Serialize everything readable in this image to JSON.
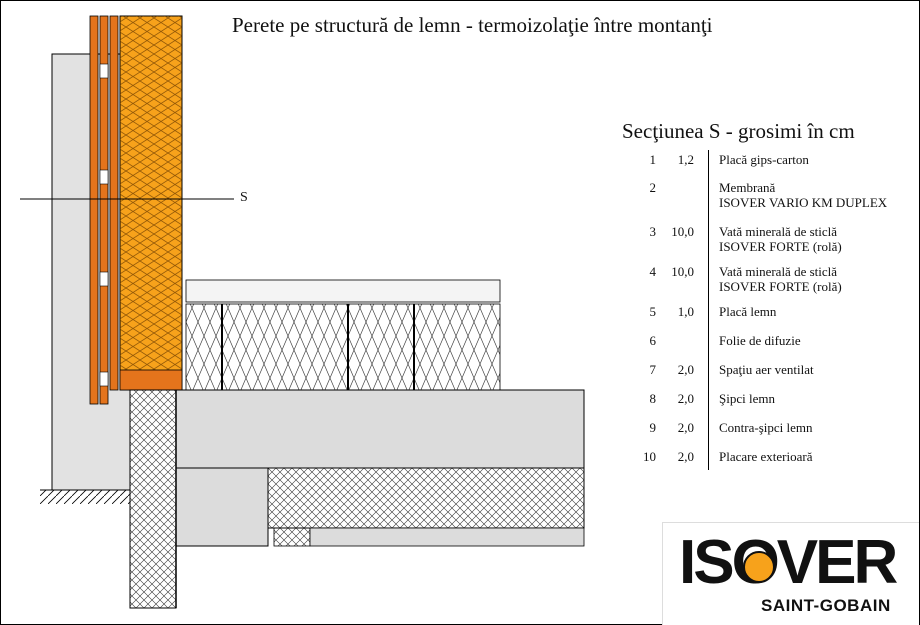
{
  "title": "Perete pe structură de lemn - termoizolaţie între montanţi",
  "section_label": "S",
  "legend": {
    "heading": "Secţiunea S - grosimi în cm",
    "layers": [
      {
        "num": "1",
        "thickness": "1,2",
        "lines": [
          "Placă gips-carton"
        ]
      },
      {
        "num": "2",
        "thickness": "",
        "lines": [
          "Membrană",
          "ISOVER VARIO KM DUPLEX"
        ]
      },
      {
        "num": "3",
        "thickness": "10,0",
        "lines": [
          "Vată minerală de sticlă",
          "ISOVER FORTE (rolă)"
        ]
      },
      {
        "num": "4",
        "thickness": "10,0",
        "lines": [
          "Vată minerală de sticlă",
          "ISOVER FORTE (rolă)"
        ]
      },
      {
        "num": "5",
        "thickness": "1,0",
        "lines": [
          "Placă lemn"
        ]
      },
      {
        "num": "6",
        "thickness": "",
        "lines": [
          "Folie de difuzie"
        ]
      },
      {
        "num": "7",
        "thickness": "2,0",
        "lines": [
          "Spaţiu aer ventilat"
        ]
      },
      {
        "num": "8",
        "thickness": "2,0",
        "lines": [
          "Şipci lemn"
        ]
      },
      {
        "num": "9",
        "thickness": "2,0",
        "lines": [
          "Contra-şipci lemn"
        ]
      },
      {
        "num": "10",
        "thickness": "2,0",
        "lines": [
          "Placare exterioară"
        ]
      }
    ]
  },
  "logo": {
    "brand_text": "ISOVER",
    "subtitle": "SAINT-GOBAIN"
  },
  "colors": {
    "insulation": "#F7A21B",
    "timber": "#E4741C",
    "concrete": "#DCDCDC",
    "line": "#000000"
  }
}
